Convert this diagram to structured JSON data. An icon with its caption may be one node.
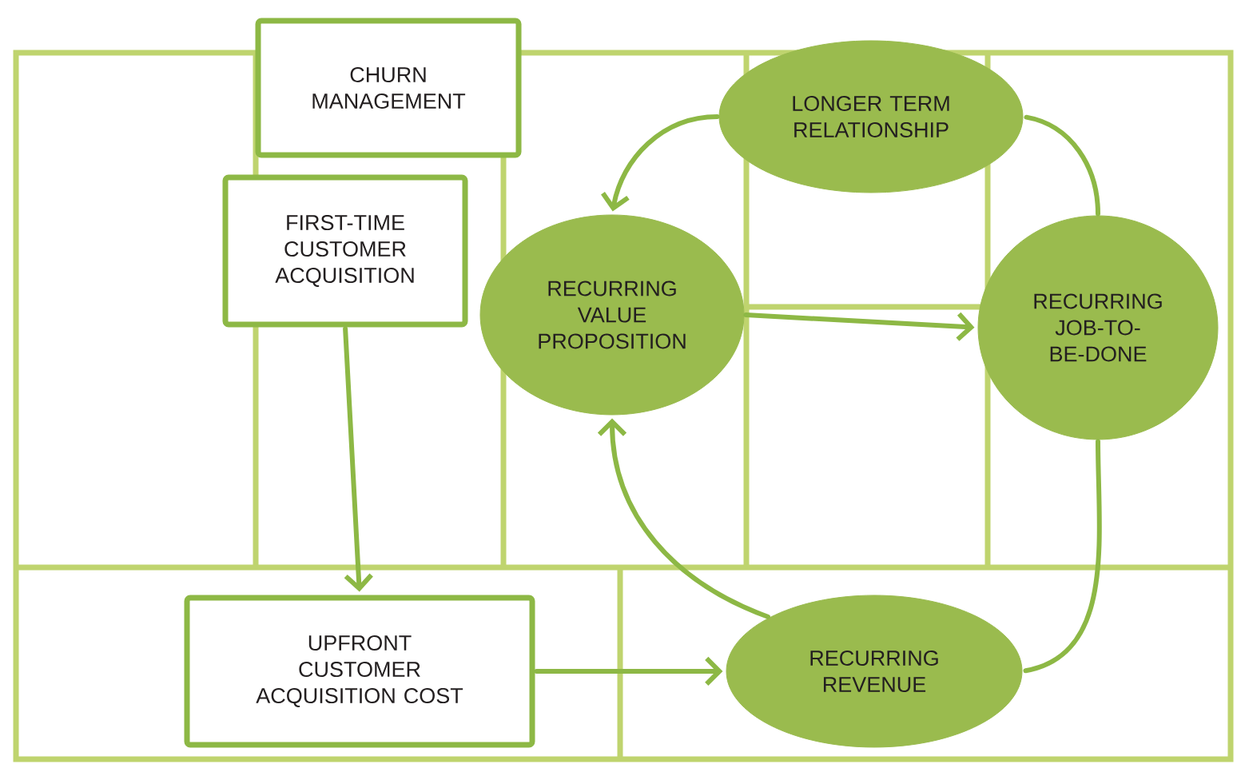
{
  "diagram": {
    "nodes": [
      {
        "text": [
          "CHURN MANAGEMENT"
        ]
      },
      {
        "text": [
          "FIRST-TIME CUSTOMER ACQUISITION"
        ]
      },
      {
        "text": [
          "UPFRONT CUSTOMER ACQUISITION COST"
        ]
      },
      {
        "text": [
          "RECURRING VALUE PROPOSITION"
        ]
      },
      {
        "text": [
          "LONGER TERM RELATIONSHIP"
        ]
      },
      {
        "text": [
          "RECURRING JOB-TO-BE-DONE"
        ]
      },
      {
        "text": [
          "RECURRING REVENUE"
        ]
      }
    ],
    "edges": [
      {
        "from": 1,
        "to": 2,
        "arrow": "to"
      },
      {
        "from": 2,
        "to": 6,
        "arrow": "to"
      },
      {
        "from": 3,
        "to": 5,
        "arrow": "to"
      },
      {
        "from": 4,
        "to": 3,
        "arrow": "to"
      },
      {
        "from": 5,
        "to": 4,
        "arrow": "none"
      },
      {
        "from": 5,
        "to": 6,
        "arrow": "none"
      },
      {
        "from": 6,
        "to": 3,
        "arrow": "to"
      }
    ]
  }
}
